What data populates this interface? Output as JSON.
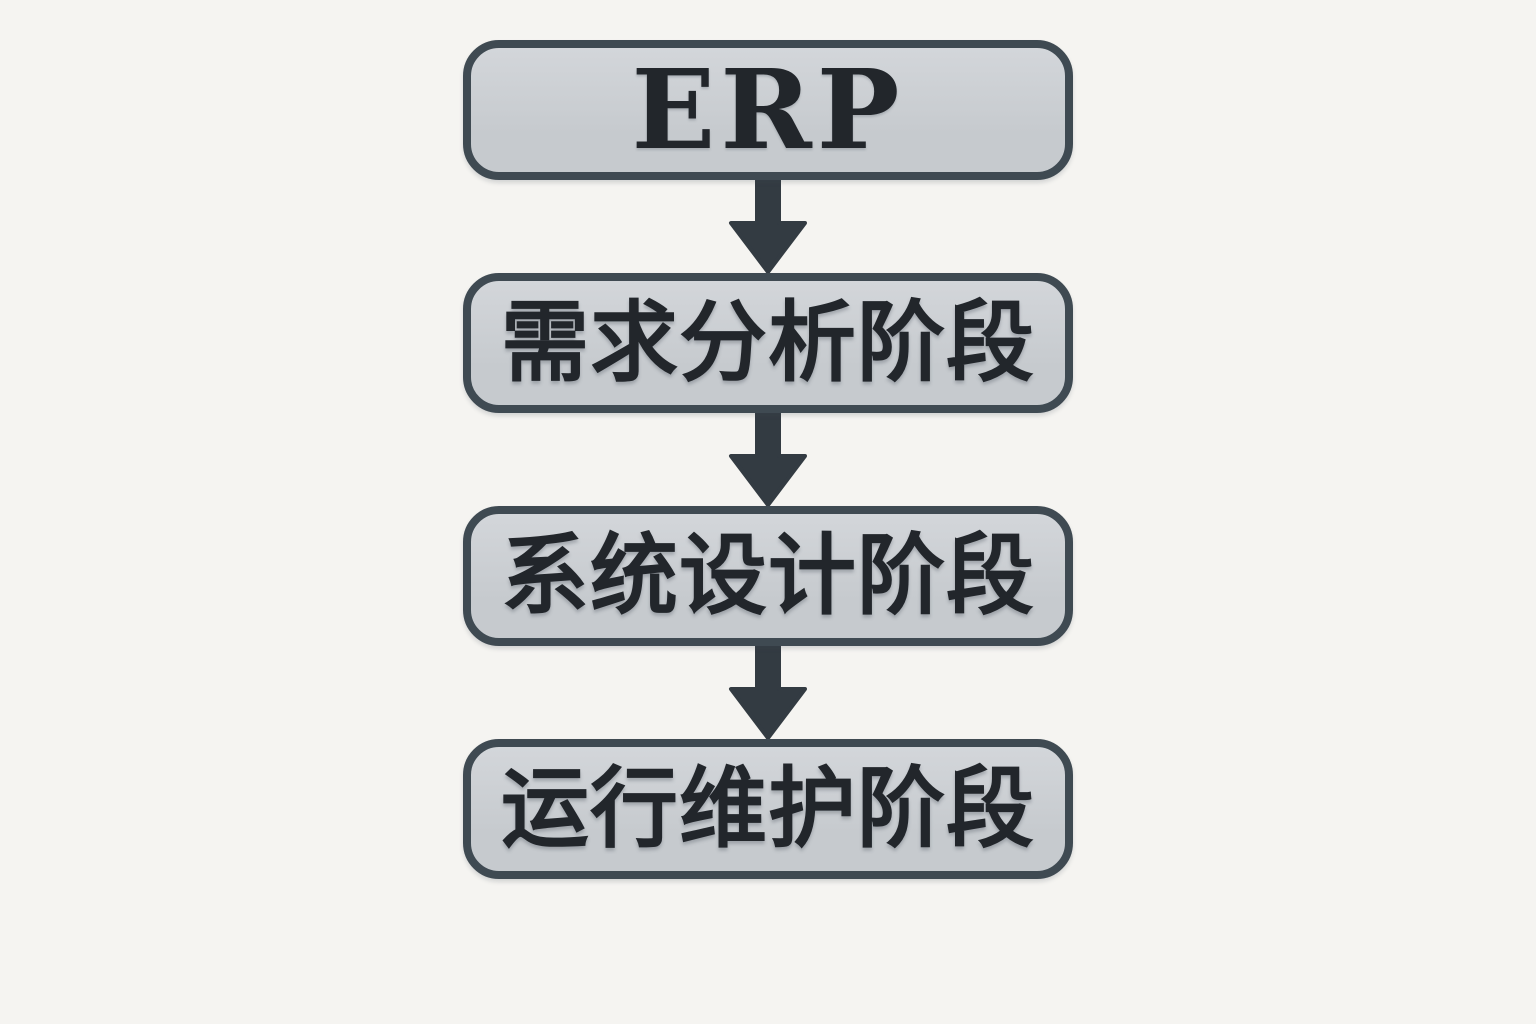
{
  "diagram": {
    "type": "flowchart",
    "direction": "top-down",
    "nodes": [
      {
        "id": "erp",
        "label": "ERP"
      },
      {
        "id": "requirements-analysis",
        "label": "需求分析阶段"
      },
      {
        "id": "system-design",
        "label": "系统设计阶段"
      },
      {
        "id": "operation-maintenance",
        "label": "运行维护阶段"
      }
    ],
    "connectors": [
      {
        "from": "erp",
        "to": "requirements-analysis",
        "icon": "arrow-down-icon"
      },
      {
        "from": "requirements-analysis",
        "to": "system-design",
        "icon": "arrow-down-icon"
      },
      {
        "from": "system-design",
        "to": "operation-maintenance",
        "icon": "arrow-down-icon"
      }
    ],
    "colors": {
      "page_bg": "#f5f4f1",
      "node_fill": "#c6cace",
      "node_fill_light": "#d3d6da",
      "node_border": "#3f4a52",
      "arrow": "#333b42",
      "text": "#22262b"
    }
  }
}
